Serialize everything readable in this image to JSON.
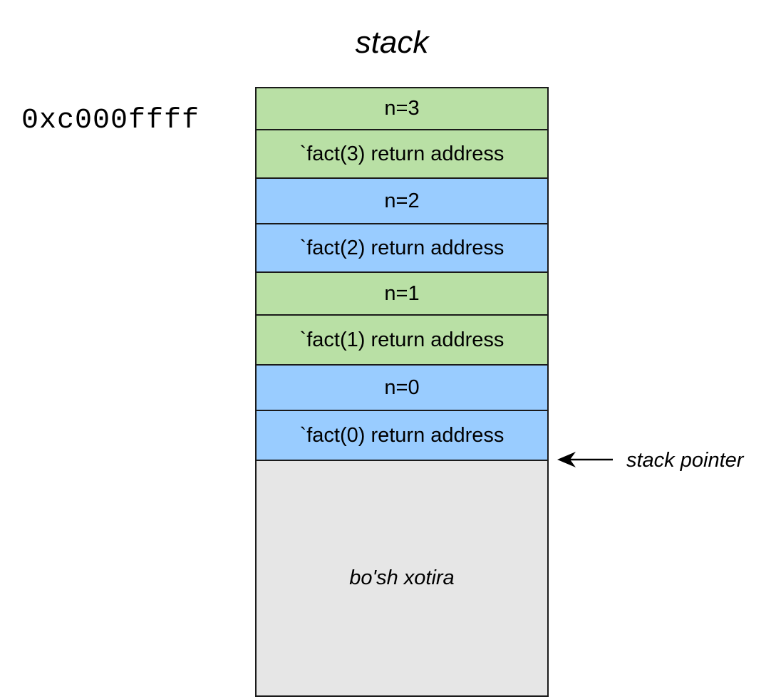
{
  "title": "stack",
  "address": "0xc000ffff",
  "stack_cells": [
    {
      "label": "n=3",
      "color": "#b9e0a5"
    },
    {
      "label": "`fact(3) return address",
      "color": "#b9e0a5"
    },
    {
      "label": "n=2",
      "color": "#99ccff"
    },
    {
      "label": "`fact(2) return address",
      "color": "#99ccff"
    },
    {
      "label": "n=1",
      "color": "#b9e0a5"
    },
    {
      "label": "`fact(1) return address",
      "color": "#b9e0a5"
    },
    {
      "label": "n=0",
      "color": "#99ccff"
    },
    {
      "label": "`fact(0) return address",
      "color": "#99ccff"
    }
  ],
  "free_memory": {
    "label": "bo'sh xotira",
    "color": "#e6e6e6"
  },
  "pointer": {
    "label": "stack pointer"
  }
}
